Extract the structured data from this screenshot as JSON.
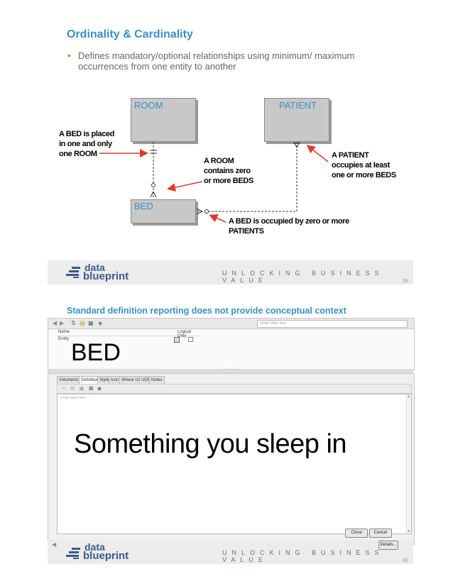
{
  "slide1": {
    "title": "Ordinality & Cardinality",
    "bullet": "Defines mandatory/optional relationships using minimum/ maximum occurrences from one entity to another",
    "entities": {
      "room": "ROOM",
      "patient": "PATIENT",
      "bed": "BED"
    },
    "annotations": {
      "bed_placed": [
        "A BED is placed",
        "in one and only",
        "one ROOM"
      ],
      "room_contains": [
        "A ROOM",
        "contains zero",
        "or more BEDS"
      ],
      "patient_occupies": [
        "A PATIENT",
        "occupies at least",
        "one or more BEDS"
      ],
      "bed_occupied": [
        "A BED is occupied by zero or more",
        "PATIENTS"
      ]
    },
    "footer": {
      "logo_top": "data",
      "logo_bottom": "blueprint",
      "tagline": "UNLOCKING BUSINESS VALUE",
      "page": "59"
    }
  },
  "slide2": {
    "title": "Standard definition reporting does not provide conceptual context",
    "filter_placeholder": "Enter filter text",
    "columns": [
      "Name",
      "Logical Only"
    ],
    "row": {
      "name": "Entity"
    },
    "overlay_bed": "BED",
    "tabs": [
      "Volumetrics",
      "Definition",
      "Style",
      "Icon",
      "Where Used",
      "UDP",
      "Notes"
    ],
    "text_placeholder": "Enter text here...",
    "overlay_definition": "Something you sleep in",
    "buttons": {
      "close": "Close",
      "cancel": "Cancel",
      "details": "Details..."
    },
    "footer": {
      "logo_top": "data",
      "logo_bottom": "blueprint",
      "tagline": "UNLOCKING BUSINESS VALUE",
      "page": "60"
    }
  },
  "colors": {
    "title": "#3a8fc6",
    "bullet": "#6dab3c",
    "arrow": "#e03a2a",
    "entity": "#c8c8c8"
  }
}
